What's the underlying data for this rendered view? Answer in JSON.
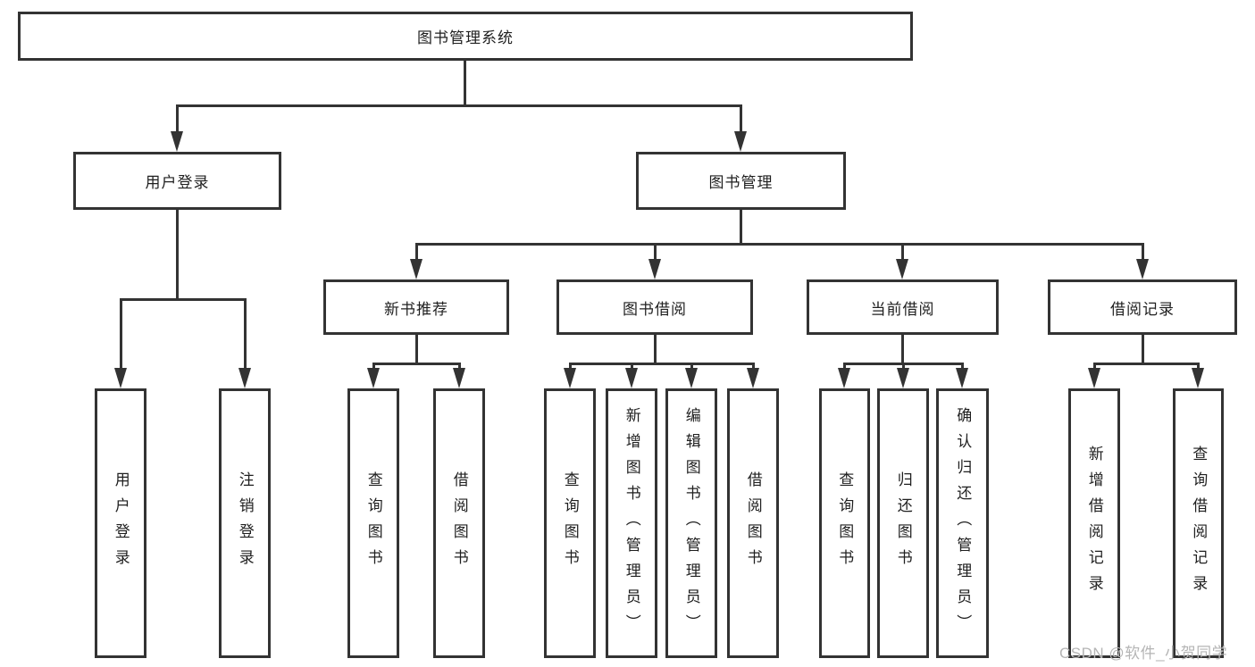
{
  "colors": {
    "line": "#333333",
    "text": "#1f1f1f",
    "box_background": "#ffffff",
    "watermark": "#b5b5b5"
  },
  "watermark": "CSDN @软件_小贺同学",
  "root": {
    "label": "图书管理系统"
  },
  "branches": {
    "user_login": {
      "label": "用户登录",
      "children": {
        "login": "用户登录",
        "logout": "注销登录"
      }
    },
    "book_mgmt": {
      "label": "图书管理",
      "groups": {
        "new_books": {
          "label": "新书推荐",
          "children": {
            "query": "查询图书",
            "borrow": "借阅图书"
          }
        },
        "borrowing": {
          "label": "图书借阅",
          "children": {
            "query": "查询图书",
            "add": "新增图书（管理员）",
            "edit": "编辑图书（管理员）",
            "borrow": "借阅图书"
          }
        },
        "current": {
          "label": "当前借阅",
          "children": {
            "query": "查询图书",
            "return": "归还图书",
            "confirm": "确认归还（管理员）"
          }
        },
        "records": {
          "label": "借阅记录",
          "children": {
            "add": "新增借阅记录",
            "query": "查询借阅记录"
          }
        }
      }
    }
  }
}
